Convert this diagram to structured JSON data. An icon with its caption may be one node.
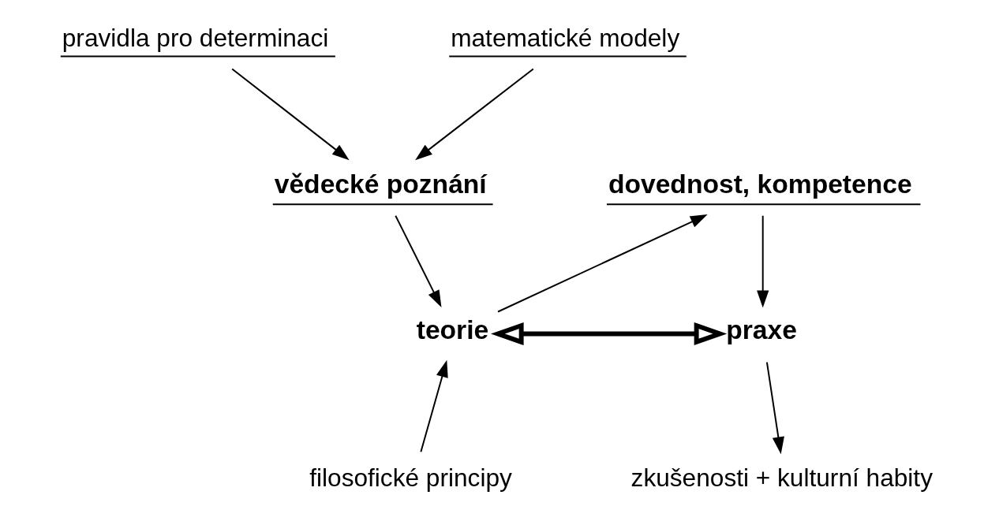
{
  "diagram": {
    "nodes": [
      {
        "text": [
          "pravidla pro determinaci"
        ]
      },
      {
        "text": [
          "matematické modely"
        ]
      },
      {
        "text": [
          "vědecké poznání"
        ]
      },
      {
        "text": [
          "dovednost, kompetence"
        ]
      },
      {
        "text": [
          "teorie"
        ]
      },
      {
        "text": [
          "praxe"
        ]
      },
      {
        "text": [
          "filosofické principy"
        ]
      },
      {
        "text": [
          "zkušenosti + kulturní habity"
        ]
      }
    ],
    "edges": [
      {
        "from": 0,
        "to": 2,
        "arrow": "to"
      },
      {
        "from": 1,
        "to": 2,
        "arrow": "to"
      },
      {
        "from": 2,
        "to": 4,
        "arrow": "to"
      },
      {
        "from": 4,
        "to": 3,
        "arrow": "to"
      },
      {
        "from": 3,
        "to": 5,
        "arrow": "to"
      },
      {
        "from": 4,
        "to": 5,
        "arrow": "both",
        "style": "thick"
      },
      {
        "from": 6,
        "to": 4,
        "arrow": "to"
      },
      {
        "from": 5,
        "to": 7,
        "arrow": "to"
      }
    ]
  }
}
